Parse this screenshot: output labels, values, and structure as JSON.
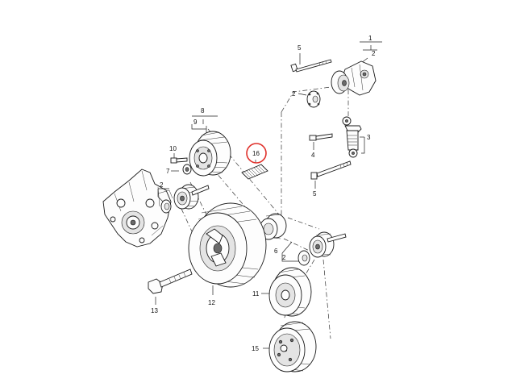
{
  "diagram": {
    "callouts": {
      "c1": "1",
      "c2_top": "2",
      "c5_top": "5",
      "c2_washer": "2",
      "c3": "3",
      "c4": "4",
      "c5_bottom": "5",
      "c8": "8",
      "c9": "9",
      "c10": "10",
      "c7": "7",
      "c2_left": "2",
      "c16": "16",
      "c6": "6",
      "c2_right": "2",
      "c12": "12",
      "c11": "11",
      "c13": "13",
      "c15": "15"
    },
    "highlight_color": "#e0302a",
    "line_color": "#222222"
  }
}
